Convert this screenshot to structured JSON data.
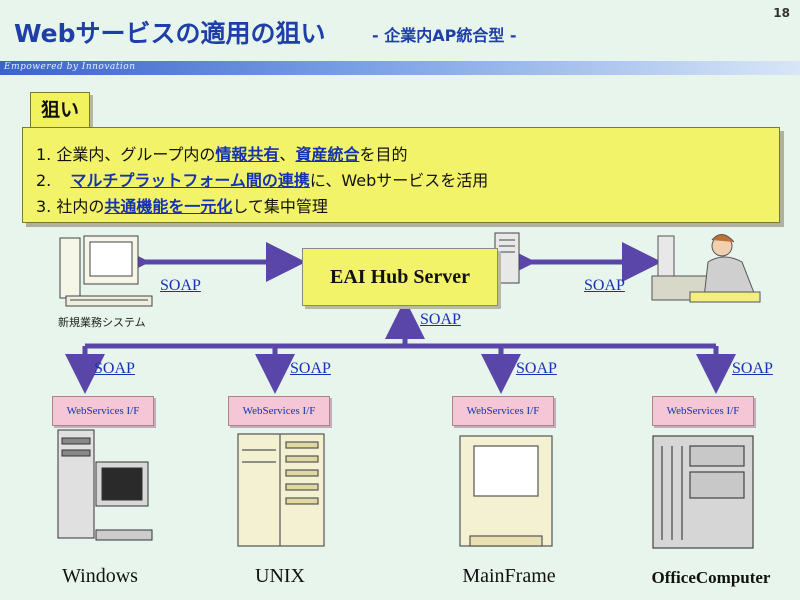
{
  "slide": {
    "title": "Webサービスの適用の狙い",
    "subtitle": "- 企業内AP統合型 -",
    "page_number": "18",
    "tagline": "Empowered by Innovation"
  },
  "aims": {
    "label": "狙い",
    "items": [
      {
        "num": "1.",
        "pre": "企業内、グループ内の",
        "em1": "情報共有",
        "mid": "、",
        "em2": "資産統合",
        "post": "を目的"
      },
      {
        "num": "2.",
        "pre": "",
        "em1": "マルチプラットフォーム間の連携",
        "mid": "に、Webサービスを活用",
        "em2": "",
        "post": ""
      },
      {
        "num": "3.",
        "pre": "社内の",
        "em1": "共通機能を一元化",
        "mid": "して集中管理",
        "em2": "",
        "post": ""
      }
    ]
  },
  "diagram": {
    "hub_label": "EAI Hub Server",
    "legacy_label": "新規業務システム",
    "soap_label": "SOAP",
    "wsif_label": "WebServices I/F",
    "systems": [
      "Windows",
      "UNIX",
      "MainFrame",
      "OfficeComputer"
    ],
    "colors": {
      "arrow": "#5a46a8",
      "hub": "#f3f36a",
      "wsif": "#f4c6d6",
      "link": "#1533b0"
    }
  }
}
